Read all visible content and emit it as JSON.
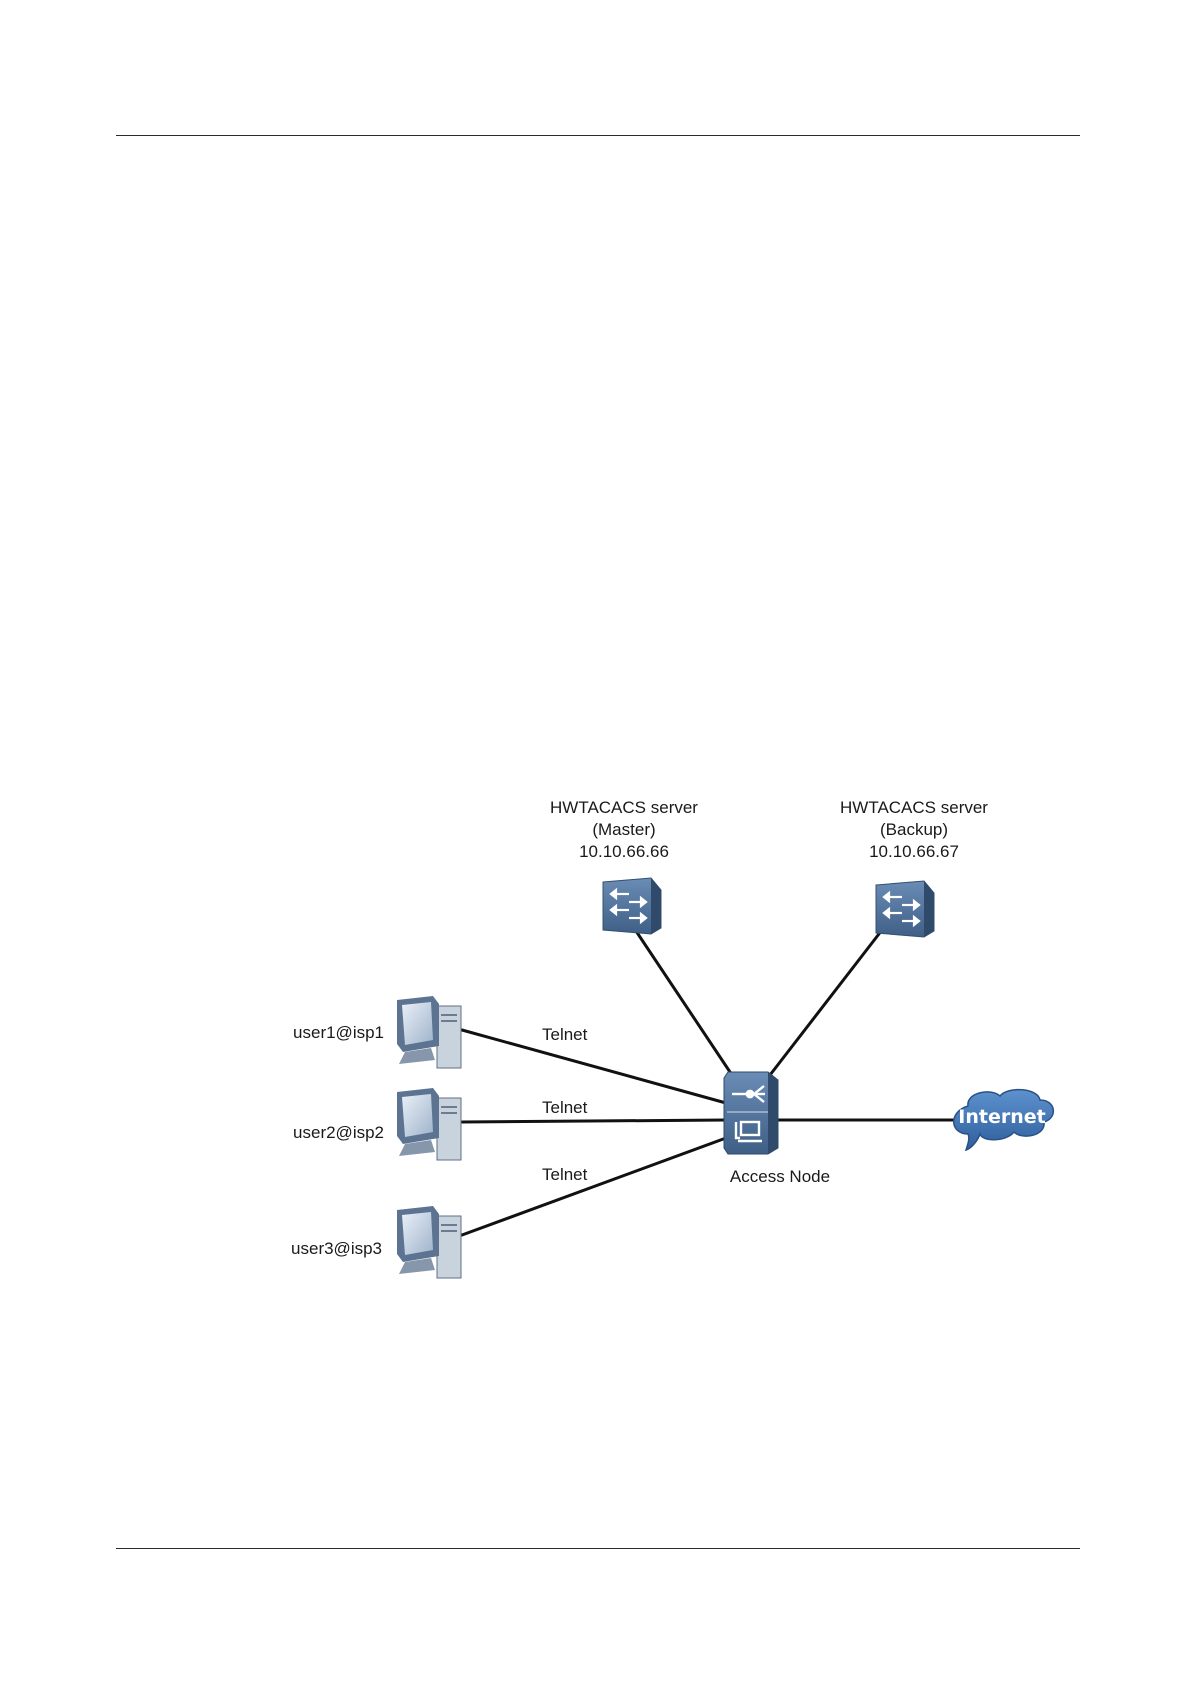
{
  "servers": {
    "master": {
      "name": "HWTACACS server",
      "role": "(Master)",
      "ip": "10.10.66.66"
    },
    "backup": {
      "name": "HWTACACS server",
      "role": "(Backup)",
      "ip": "10.10.66.67"
    }
  },
  "users": [
    {
      "label": "user1@isp1"
    },
    {
      "label": "user2@isp2"
    },
    {
      "label": "user3@isp3"
    }
  ],
  "links": [
    {
      "protocol": "Telnet"
    },
    {
      "protocol": "Telnet"
    },
    {
      "protocol": "Telnet"
    }
  ],
  "access_node": {
    "label": "Access Node"
  },
  "internet": {
    "label": "Internet"
  },
  "colors": {
    "device": "#4a6d97",
    "cloud": "#3d72b0",
    "line": "#111111"
  }
}
